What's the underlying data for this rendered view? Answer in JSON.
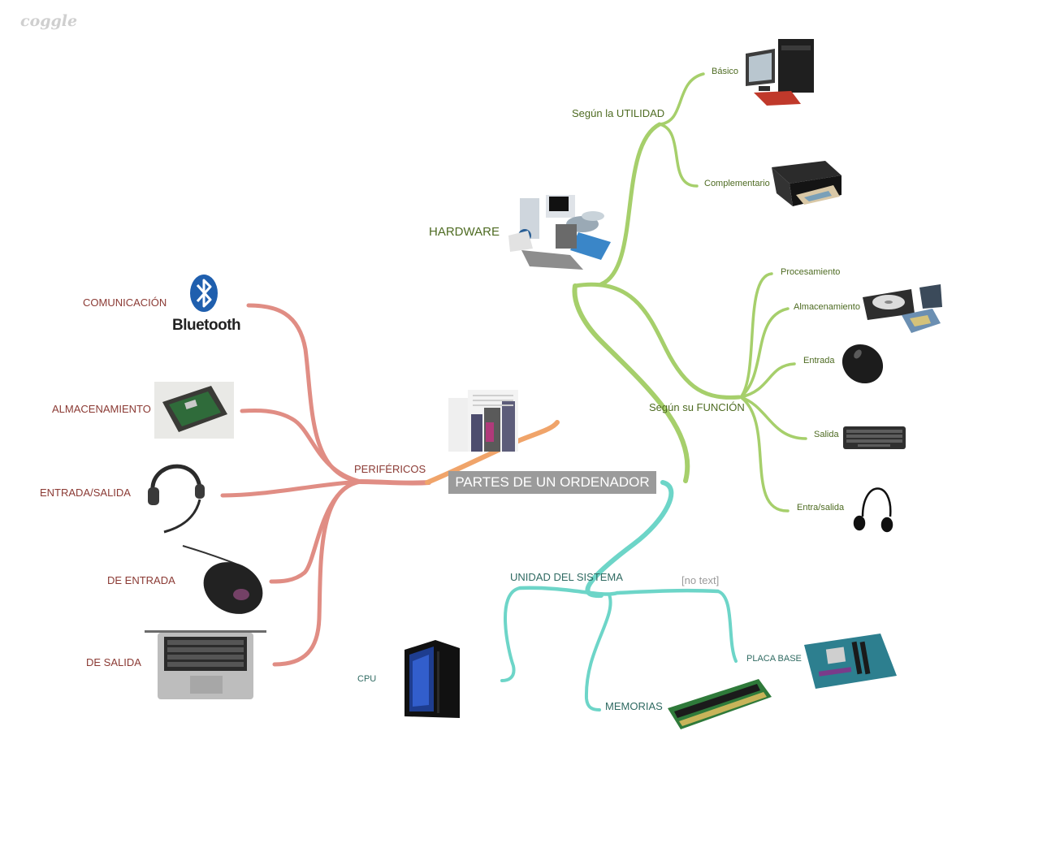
{
  "app": {
    "logo": "coggle"
  },
  "root": {
    "label": "PARTES DE UN ORDENADOR"
  },
  "hardware": {
    "label": "HARDWARE",
    "utilidad": {
      "label": "Según la UTILIDAD",
      "items": [
        "Básico",
        "Complementario"
      ]
    },
    "funcion": {
      "label": "Según su FUNCIÓN",
      "items": [
        "Procesamiento",
        "Almacenamiento",
        "Entrada",
        "Salida",
        "Entra/salida"
      ]
    }
  },
  "perifericos": {
    "label": "PERIFÉRICOS",
    "items": [
      "COMUNICACIÓN",
      "ALMACENAMIENTO",
      "ENTRADA/SALIDA",
      "DE ENTRADA",
      "DE SALIDA"
    ],
    "bluetooth_text": "Bluetooth"
  },
  "unidad": {
    "label": "UNIDAD DEL SISTEMA",
    "items": [
      "CPU",
      "MEMORIAS",
      "PLACA BASE"
    ],
    "empty_node": "[no text]"
  },
  "colors": {
    "green": "#a6cf6b",
    "red": "#e08d84",
    "teal": "#6dd5c8",
    "orange": "#f0a46a",
    "root": "#9b9b9b"
  },
  "icons": [
    "bluetooth-icon",
    "hard-drive-icon",
    "headset-icon",
    "mouse-icon",
    "laptop-icon",
    "desktop-pc-icon",
    "printer-icon",
    "hardware-collage-icon",
    "drives-icon",
    "keyboard-icon",
    "earphones-icon",
    "tower-case-icon",
    "ram-icon",
    "motherboard-icon",
    "server-rack-icon"
  ]
}
